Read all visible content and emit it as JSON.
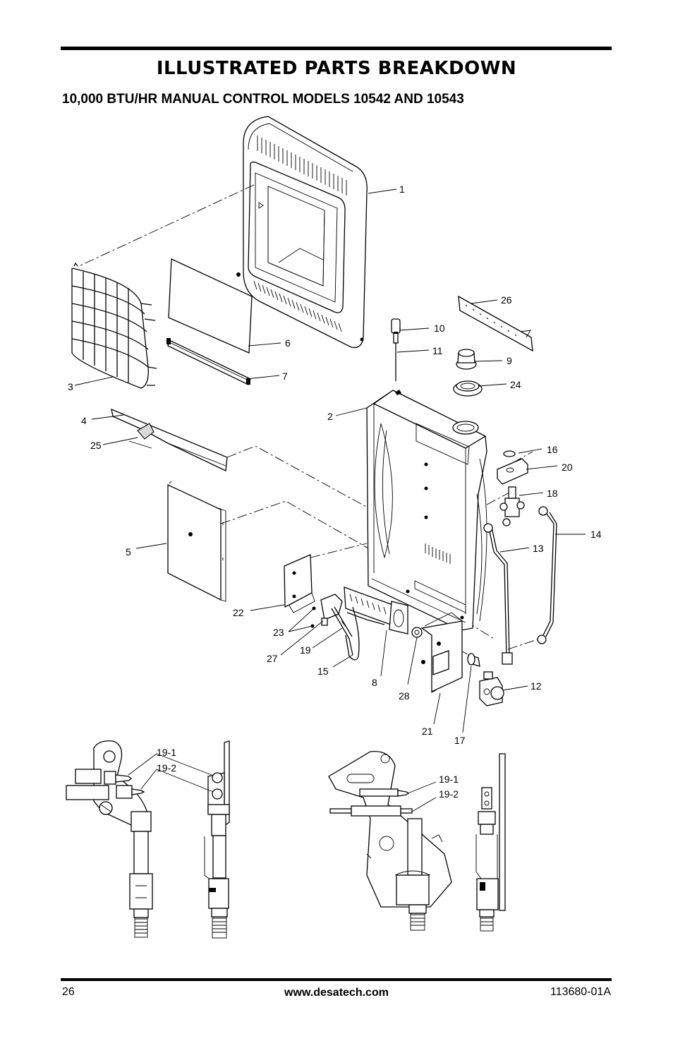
{
  "header": {
    "title": "ILLUSTRATED PARTS BREAKDOWN",
    "subtitle": "10,000 BTU/HR MANUAL CONTROL MODELS 10542 AND 10543"
  },
  "callouts": [
    {
      "id": "c1",
      "label": "1"
    },
    {
      "id": "c2",
      "label": "2"
    },
    {
      "id": "c3",
      "label": "3"
    },
    {
      "id": "c4",
      "label": "4"
    },
    {
      "id": "c5",
      "label": "5"
    },
    {
      "id": "c6",
      "label": "6"
    },
    {
      "id": "c7",
      "label": "7"
    },
    {
      "id": "c8",
      "label": "8"
    },
    {
      "id": "c9",
      "label": "9"
    },
    {
      "id": "c10",
      "label": "10"
    },
    {
      "id": "c11",
      "label": "11"
    },
    {
      "id": "c12",
      "label": "12"
    },
    {
      "id": "c13",
      "label": "13"
    },
    {
      "id": "c14",
      "label": "14"
    },
    {
      "id": "c15",
      "label": "15"
    },
    {
      "id": "c16",
      "label": "16"
    },
    {
      "id": "c17",
      "label": "17"
    },
    {
      "id": "c18",
      "label": "18"
    },
    {
      "id": "c19",
      "label": "19"
    },
    {
      "id": "c20",
      "label": "20"
    },
    {
      "id": "c21",
      "label": "21"
    },
    {
      "id": "c22",
      "label": "22"
    },
    {
      "id": "c23",
      "label": "23"
    },
    {
      "id": "c24",
      "label": "24"
    },
    {
      "id": "c25",
      "label": "25"
    },
    {
      "id": "c26",
      "label": "26"
    },
    {
      "id": "c27",
      "label": "27"
    },
    {
      "id": "c28",
      "label": "28"
    }
  ],
  "detail_callouts": {
    "left_a": "19-1",
    "left_b": "19-2",
    "right_a": "19-1",
    "right_b": "19-2"
  },
  "footer": {
    "page_number": "26",
    "website": "www.desatech.com",
    "doc_number": "113680-01A"
  }
}
